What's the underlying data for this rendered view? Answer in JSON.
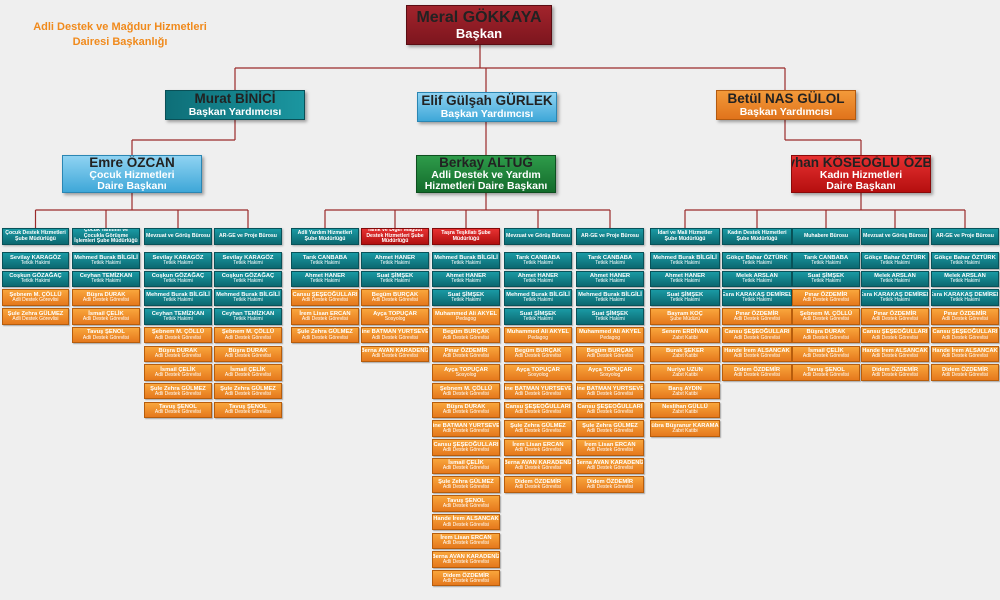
{
  "header": {
    "title_line1": "Adli Destek ve Mağdur Hizmetleri",
    "title_line2": "Dairesi Başkanlığı"
  },
  "top": {
    "name": "Meral GÖKKAYA",
    "title": "Başkan"
  },
  "level2": [
    {
      "name": "Murat BİNİCİ",
      "title": "Başkan Yardımcısı",
      "color": "teal"
    },
    {
      "name": "Elif Gülşah GÜRLEK",
      "title": "Başkan Yardımcısı",
      "color": "blue"
    },
    {
      "name": "Betül NAS GÜLOL",
      "title": "Başkan Yardımcısı",
      "color": "orange"
    }
  ],
  "level3": [
    {
      "name": "Emre ÖZCAN",
      "title1": "Çocuk Hizmetleri",
      "title2": "Daire Başkanı",
      "color": "blue"
    },
    {
      "name": "Berkay ALTUĞ",
      "title1": "Adli Destek ve Yardım",
      "title2": "Hizmetleri Daire Başkanı",
      "color": "green"
    },
    {
      "name": "Seyhan KÖSEOĞLU ÖZBEK",
      "title1": "Kadın Hizmetleri",
      "title2": "Daire Başkanı",
      "color": "red"
    }
  ],
  "units": [
    {
      "title": "Çocuk Destek Hizmetleri Şube Müdürlüğü",
      "head": "teal",
      "items": [
        {
          "name": "Sevilay KARAGÖZ",
          "title": "Tetkik Hakimi",
          "color": "teal"
        },
        {
          "name": "Coşkun GÖZAĞAÇ",
          "title": "Tetkik Hakimi",
          "color": "teal"
        },
        {
          "name": "Şebnem M. ÇÖLLÜ",
          "title": "Adli Destek Görevlisi",
          "color": "orange"
        },
        {
          "name": "Şule Zehra GÜLMEZ",
          "title": "Adli Destek Görevlisi",
          "color": "orange"
        }
      ]
    },
    {
      "title": "Çocuk Tanıtımı ve Çocukla Görüşme İşlemleri Şube Müdürlüğü",
      "head": "teal",
      "items": [
        {
          "name": "Mehmed Burak BİLGİLİ",
          "title": "Tetkik Hakimi",
          "color": "teal"
        },
        {
          "name": "Ceyhan TEMİZKAN",
          "title": "Tetkik Hakimi",
          "color": "teal"
        },
        {
          "name": "Büşra DURAK",
          "title": "Adli Destek Görevlisi",
          "color": "orange"
        },
        {
          "name": "İsmail ÇELİK",
          "title": "Adli Destek Görevlisi",
          "color": "orange"
        },
        {
          "name": "Tavuş ŞENOL",
          "title": "Adli Destek Görevlisi",
          "color": "orange"
        }
      ]
    },
    {
      "title": "Mevzuat ve Görüş Bürosu",
      "head": "teal",
      "items": [
        {
          "name": "Sevilay KARAGÖZ",
          "title": "Tetkik Hakimi",
          "color": "teal"
        },
        {
          "name": "Coşkun GÖZAĞAÇ",
          "title": "Tetkik Hakimi",
          "color": "teal"
        },
        {
          "name": "Mehmed Burak BİLGİLİ",
          "title": "Tetkik Hakimi",
          "color": "teal"
        },
        {
          "name": "Ceyhan TEMİZKAN",
          "title": "Tetkik Hakimi",
          "color": "teal"
        },
        {
          "name": "Şebnem M. ÇÖLLÜ",
          "title": "Adli Destek Görevlisi",
          "color": "orange"
        },
        {
          "name": "Büşra DURAK",
          "title": "Adli Destek Görevlisi",
          "color": "orange"
        },
        {
          "name": "İsmail ÇELİK",
          "title": "Adli Destek Görevlisi",
          "color": "orange"
        },
        {
          "name": "Şule Zehra GÜLMEZ",
          "title": "Adli Destek Görevlisi",
          "color": "orange"
        },
        {
          "name": "Tavuş ŞENOL",
          "title": "Adli Destek Görevlisi",
          "color": "orange"
        }
      ]
    },
    {
      "title": "AR-GE ve Proje Bürosu",
      "head": "teal",
      "items": [
        {
          "name": "Sevilay KARAGÖZ",
          "title": "Tetkik Hakimi",
          "color": "teal"
        },
        {
          "name": "Coşkun GÖZAĞAÇ",
          "title": "Tetkik Hakimi",
          "color": "teal"
        },
        {
          "name": "Mehmed Burak BİLGİLİ",
          "title": "Tetkik Hakimi",
          "color": "teal"
        },
        {
          "name": "Ceyhan TEMİZKAN",
          "title": "Tetkik Hakimi",
          "color": "teal"
        },
        {
          "name": "Şebnem M. ÇÖLLÜ",
          "title": "Adli Destek Görevlisi",
          "color": "orange"
        },
        {
          "name": "Büşra DURAK",
          "title": "Adli Destek Görevlisi",
          "color": "orange"
        },
        {
          "name": "İsmail ÇELİK",
          "title": "Adli Destek Görevlisi",
          "color": "orange"
        },
        {
          "name": "Şule Zehra GÜLMEZ",
          "title": "Adli Destek Görevlisi",
          "color": "orange"
        },
        {
          "name": "Tavuş ŞENOL",
          "title": "Adli Destek Görevlisi",
          "color": "orange"
        }
      ]
    },
    {
      "title": "Adli Yardım Hizmetleri Şube Müdürlüğü",
      "head": "teal",
      "items": [
        {
          "name": "Tarık CANBABA",
          "title": "Tetkik Hakimi",
          "color": "teal"
        },
        {
          "name": "Ahmet HANER",
          "title": "Tetkik Hakimi",
          "color": "teal"
        },
        {
          "name": "Cansu ŞEŞEOĞULLARI",
          "title": "Adli Destek Görevlisi",
          "color": "orange"
        },
        {
          "name": "İrem Lisan ERCAN",
          "title": "Adli Destek Görevlisi",
          "color": "orange"
        },
        {
          "name": "Şule Zehra GÜLMEZ",
          "title": "Adli Destek Görevlisi",
          "color": "orange"
        }
      ]
    },
    {
      "title": "Tanık ve Diğer Mağdur Destek Hizmetleri Şube Müdürlüğü",
      "head": "red",
      "items": [
        {
          "name": "Ahmet HANER",
          "title": "Tetkik Hakimi",
          "color": "teal"
        },
        {
          "name": "Suat ŞİMŞEK",
          "title": "Tetkik Hakimi",
          "color": "teal"
        },
        {
          "name": "Begüm BURÇAK",
          "title": "Adli Destek Görevlisi",
          "color": "orange"
        },
        {
          "name": "Ayça TOPUÇAR",
          "title": "Sosyolog",
          "color": "orange"
        },
        {
          "name": "Mine BATMAN YURTSEVEN",
          "title": "Adli Destek Görevlisi",
          "color": "orange"
        },
        {
          "name": "Berna AVAN KARADENİZ",
          "title": "Adli Destek Görevlisi",
          "color": "orange"
        }
      ]
    },
    {
      "title": "Taşra Teşkilatı Şube Müdürlüğü",
      "head": "red",
      "items": [
        {
          "name": "Mehmed Burak BİLGİLİ",
          "title": "Tetkik Hakimi",
          "color": "teal"
        },
        {
          "name": "Ahmet HANER",
          "title": "Tetkik Hakimi",
          "color": "teal"
        },
        {
          "name": "Suat ŞİMŞEK",
          "title": "Tetkik Hakimi",
          "color": "teal"
        },
        {
          "name": "Muhammed Ali AKYEL",
          "title": "Pedagog",
          "color": "orange"
        },
        {
          "name": "Begüm BURÇAK",
          "title": "Adli Destek Görevlisi",
          "color": "orange"
        },
        {
          "name": "Pınar ÖZDEMİR",
          "title": "Adli Destek Görevlisi",
          "color": "orange"
        },
        {
          "name": "Ayça TOPUÇAR",
          "title": "Sosyolog",
          "color": "orange"
        },
        {
          "name": "Şebnem M. ÇÖLLÜ",
          "title": "Adli Destek Görevlisi",
          "color": "orange"
        },
        {
          "name": "Büşra DURAK",
          "title": "Adli Destek Görevlisi",
          "color": "orange"
        },
        {
          "name": "Mine BATMAN YURTSEVEN",
          "title": "Adli Destek Görevlisi",
          "color": "orange"
        },
        {
          "name": "Cansu ŞEŞEOĞULLARI",
          "title": "Adli Destek Görevlisi",
          "color": "orange"
        },
        {
          "name": "İsmail ÇELİK",
          "title": "Adli Destek Görevlisi",
          "color": "orange"
        },
        {
          "name": "Şule Zehra GÜLMEZ",
          "title": "Adli Destek Görevlisi",
          "color": "orange"
        },
        {
          "name": "Tavuş ŞENOL",
          "title": "Adli Destek Görevlisi",
          "color": "orange"
        },
        {
          "name": "Hande İrem ALSANCAK",
          "title": "Adli Destek Görevlisi",
          "color": "orange"
        },
        {
          "name": "İrem Lisan ERCAN",
          "title": "Adli Destek Görevlisi",
          "color": "orange"
        },
        {
          "name": "Berna AVAN KARADENİZ",
          "title": "Adli Destek Görevlisi",
          "color": "orange"
        },
        {
          "name": "Didem ÖZDEMİR",
          "title": "Adli Destek Görevlisi",
          "color": "orange"
        }
      ]
    },
    {
      "title": "Mevzuat ve Görüş Bürosu",
      "head": "teal",
      "items": [
        {
          "name": "Tarık CANBABA",
          "title": "Tetkik Hakimi",
          "color": "teal"
        },
        {
          "name": "Ahmet HANER",
          "title": "Tetkik Hakimi",
          "color": "teal"
        },
        {
          "name": "Mehmed Burak BİLGİLİ",
          "title": "Tetkik Hakimi",
          "color": "teal"
        },
        {
          "name": "Suat ŞİMŞEK",
          "title": "Tetkik Hakimi",
          "color": "teal"
        },
        {
          "name": "Muhammed Ali AKYEL",
          "title": "Pedagog",
          "color": "orange"
        },
        {
          "name": "Begüm BURÇAK",
          "title": "Adli Destek Görevlisi",
          "color": "orange"
        },
        {
          "name": "Ayça TOPUÇAR",
          "title": "Sosyolog",
          "color": "orange"
        },
        {
          "name": "Mine BATMAN YURTSEVEN",
          "title": "Adli Destek Görevlisi",
          "color": "orange"
        },
        {
          "name": "Cansu ŞEŞEOĞULLARI",
          "title": "Adli Destek Görevlisi",
          "color": "orange"
        },
        {
          "name": "Şule Zehra GÜLMEZ",
          "title": "Adli Destek Görevlisi",
          "color": "orange"
        },
        {
          "name": "İrem Lisan ERCAN",
          "title": "Adli Destek Görevlisi",
          "color": "orange"
        },
        {
          "name": "Berna AVAN KARADENİZ",
          "title": "Adli Destek Görevlisi",
          "color": "orange"
        },
        {
          "name": "Didem ÖZDEMİR",
          "title": "Adli Destek Görevlisi",
          "color": "orange"
        }
      ]
    },
    {
      "title": "AR-GE ve Proje Bürosu",
      "head": "teal",
      "items": [
        {
          "name": "Tarık CANBABA",
          "title": "Tetkik Hakimi",
          "color": "teal"
        },
        {
          "name": "Ahmet HANER",
          "title": "Tetkik Hakimi",
          "color": "teal"
        },
        {
          "name": "Mehmed Burak BİLGİLİ",
          "title": "Tetkik Hakimi",
          "color": "teal"
        },
        {
          "name": "Suat ŞİMŞEK",
          "title": "Tetkik Hakimi",
          "color": "teal"
        },
        {
          "name": "Muhammed Ali AKYEL",
          "title": "Pedagog",
          "color": "orange"
        },
        {
          "name": "Begüm BURÇAK",
          "title": "Adli Destek Görevlisi",
          "color": "orange"
        },
        {
          "name": "Ayça TOPUÇAR",
          "title": "Sosyolog",
          "color": "orange"
        },
        {
          "name": "Mine BATMAN YURTSEVEN",
          "title": "Adli Destek Görevlisi",
          "color": "orange"
        },
        {
          "name": "Cansu ŞEŞEOĞULLARI",
          "title": "Adli Destek Görevlisi",
          "color": "orange"
        },
        {
          "name": "Şule Zehra GÜLMEZ",
          "title": "Adli Destek Görevlisi",
          "color": "orange"
        },
        {
          "name": "İrem Lisan ERCAN",
          "title": "Adli Destek Görevlisi",
          "color": "orange"
        },
        {
          "name": "Berna AVAN KARADENİZ",
          "title": "Adli Destek Görevlisi",
          "color": "orange"
        },
        {
          "name": "Didem ÖZDEMİR",
          "title": "Adli Destek Görevlisi",
          "color": "orange"
        }
      ]
    },
    {
      "title": "İdari ve Mali Hizmetler Şube Müdürlüğü",
      "head": "teal",
      "items": [
        {
          "name": "Mehmed Burak BİLGİLİ",
          "title": "Tetkik Hakimi",
          "color": "teal"
        },
        {
          "name": "Ahmet HANER",
          "title": "Tetkik Hakimi",
          "color": "teal"
        },
        {
          "name": "Suat ŞİMŞEK",
          "title": "Tetkik Hakimi",
          "color": "teal"
        },
        {
          "name": "Bayram KOÇ",
          "title": "Şube Müdürü",
          "color": "orange"
        },
        {
          "name": "Senem ERDİVAN",
          "title": "Zabıt Katibi",
          "color": "orange"
        },
        {
          "name": "Burak ŞEKER",
          "title": "Zabıt Katibi",
          "color": "orange"
        },
        {
          "name": "Nuriye UZUN",
          "title": "Zabıt Katibi",
          "color": "orange"
        },
        {
          "name": "Barış AYDIN",
          "title": "Zabıt Katibi",
          "color": "orange"
        },
        {
          "name": "Neslihan GÜLLÜ",
          "title": "Zabıt Katibi",
          "color": "orange"
        },
        {
          "name": "Kübra Büşranur KARAMAN",
          "title": "Zabıt Katibi",
          "color": "orange"
        }
      ]
    },
    {
      "title": "Kadın Destek Hizmetleri Şube Müdürlüğü",
      "head": "teal",
      "items": [
        {
          "name": "Gökçe Bahar ÖZTÜRK",
          "title": "Tetkik Hakimi",
          "color": "teal"
        },
        {
          "name": "Melek ARSLAN",
          "title": "Tetkik Hakimi",
          "color": "teal"
        },
        {
          "name": "Esra KARAKAŞ DEMİREL",
          "title": "Tetkik Hakimi",
          "color": "teal"
        },
        {
          "name": "Pınar ÖZDEMİR",
          "title": "Adli Destek Görevlisi",
          "color": "orange"
        },
        {
          "name": "Cansu ŞEŞEOĞULLARI",
          "title": "Adli Destek Görevlisi",
          "color": "orange"
        },
        {
          "name": "Hande İrem ALSANCAK",
          "title": "Adli Destek Görevlisi",
          "color": "orange"
        },
        {
          "name": "Didem ÖZDEMİR",
          "title": "Adli Destek Görevlisi",
          "color": "orange"
        }
      ]
    },
    {
      "title": "Muhabere Bürosu",
      "head": "teal",
      "items": [
        {
          "name": "Tarık CANBABA",
          "title": "Tetkik Hakimi",
          "color": "teal"
        },
        {
          "name": "Suat ŞİMŞEK",
          "title": "Tetkik Hakimi",
          "color": "teal"
        },
        {
          "name": "Pınar ÖZDEMİR",
          "title": "Adli Destek Görevlisi",
          "color": "orange"
        },
        {
          "name": "Şebnem M. ÇÖLLÜ",
          "title": "Adli Destek Görevlisi",
          "color": "orange"
        },
        {
          "name": "Büşra DURAK",
          "title": "Adli Destek Görevlisi",
          "color": "orange"
        },
        {
          "name": "İsmail ÇELİK",
          "title": "Adli Destek Görevlisi",
          "color": "orange"
        },
        {
          "name": "Tavuş ŞENOL",
          "title": "Adli Destek Görevlisi",
          "color": "orange"
        }
      ]
    },
    {
      "title": "Mevzuat ve Görüş Bürosu",
      "head": "teal",
      "items": [
        {
          "name": "Gökçe Bahar ÖZTÜRK",
          "title": "Tetkik Hakimi",
          "color": "teal"
        },
        {
          "name": "Melek ARSLAN",
          "title": "Tetkik Hakimi",
          "color": "teal"
        },
        {
          "name": "Esra KARAKAŞ DEMİREL",
          "title": "Tetkik Hakimi",
          "color": "teal"
        },
        {
          "name": "Pınar ÖZDEMİR",
          "title": "Adli Destek Görevlisi",
          "color": "orange"
        },
        {
          "name": "Cansu ŞEŞEOĞULLARI",
          "title": "Adli Destek Görevlisi",
          "color": "orange"
        },
        {
          "name": "Hande İrem ALSANCAK",
          "title": "Adli Destek Görevlisi",
          "color": "orange"
        },
        {
          "name": "Didem ÖZDEMİR",
          "title": "Adli Destek Görevlisi",
          "color": "orange"
        }
      ]
    },
    {
      "title": "AR-GE ve Proje Bürosu",
      "head": "teal",
      "items": [
        {
          "name": "Gökçe Bahar ÖZTÜRK",
          "title": "Tetkik Hakimi",
          "color": "teal"
        },
        {
          "name": "Melek ARSLAN",
          "title": "Tetkik Hakimi",
          "color": "teal"
        },
        {
          "name": "Esra KARAKAŞ DEMİREL",
          "title": "Tetkik Hakimi",
          "color": "teal"
        },
        {
          "name": "Pınar ÖZDEMİR",
          "title": "Adli Destek Görevlisi",
          "color": "orange"
        },
        {
          "name": "Cansu ŞEŞEOĞULLARI",
          "title": "Adli Destek Görevlisi",
          "color": "orange"
        },
        {
          "name": "Hande İrem ALSANCAK",
          "title": "Adli Destek Görevlisi",
          "color": "orange"
        },
        {
          "name": "Didem ÖZDEMİR",
          "title": "Adli Destek Görevlisi",
          "color": "orange"
        }
      ]
    }
  ]
}
